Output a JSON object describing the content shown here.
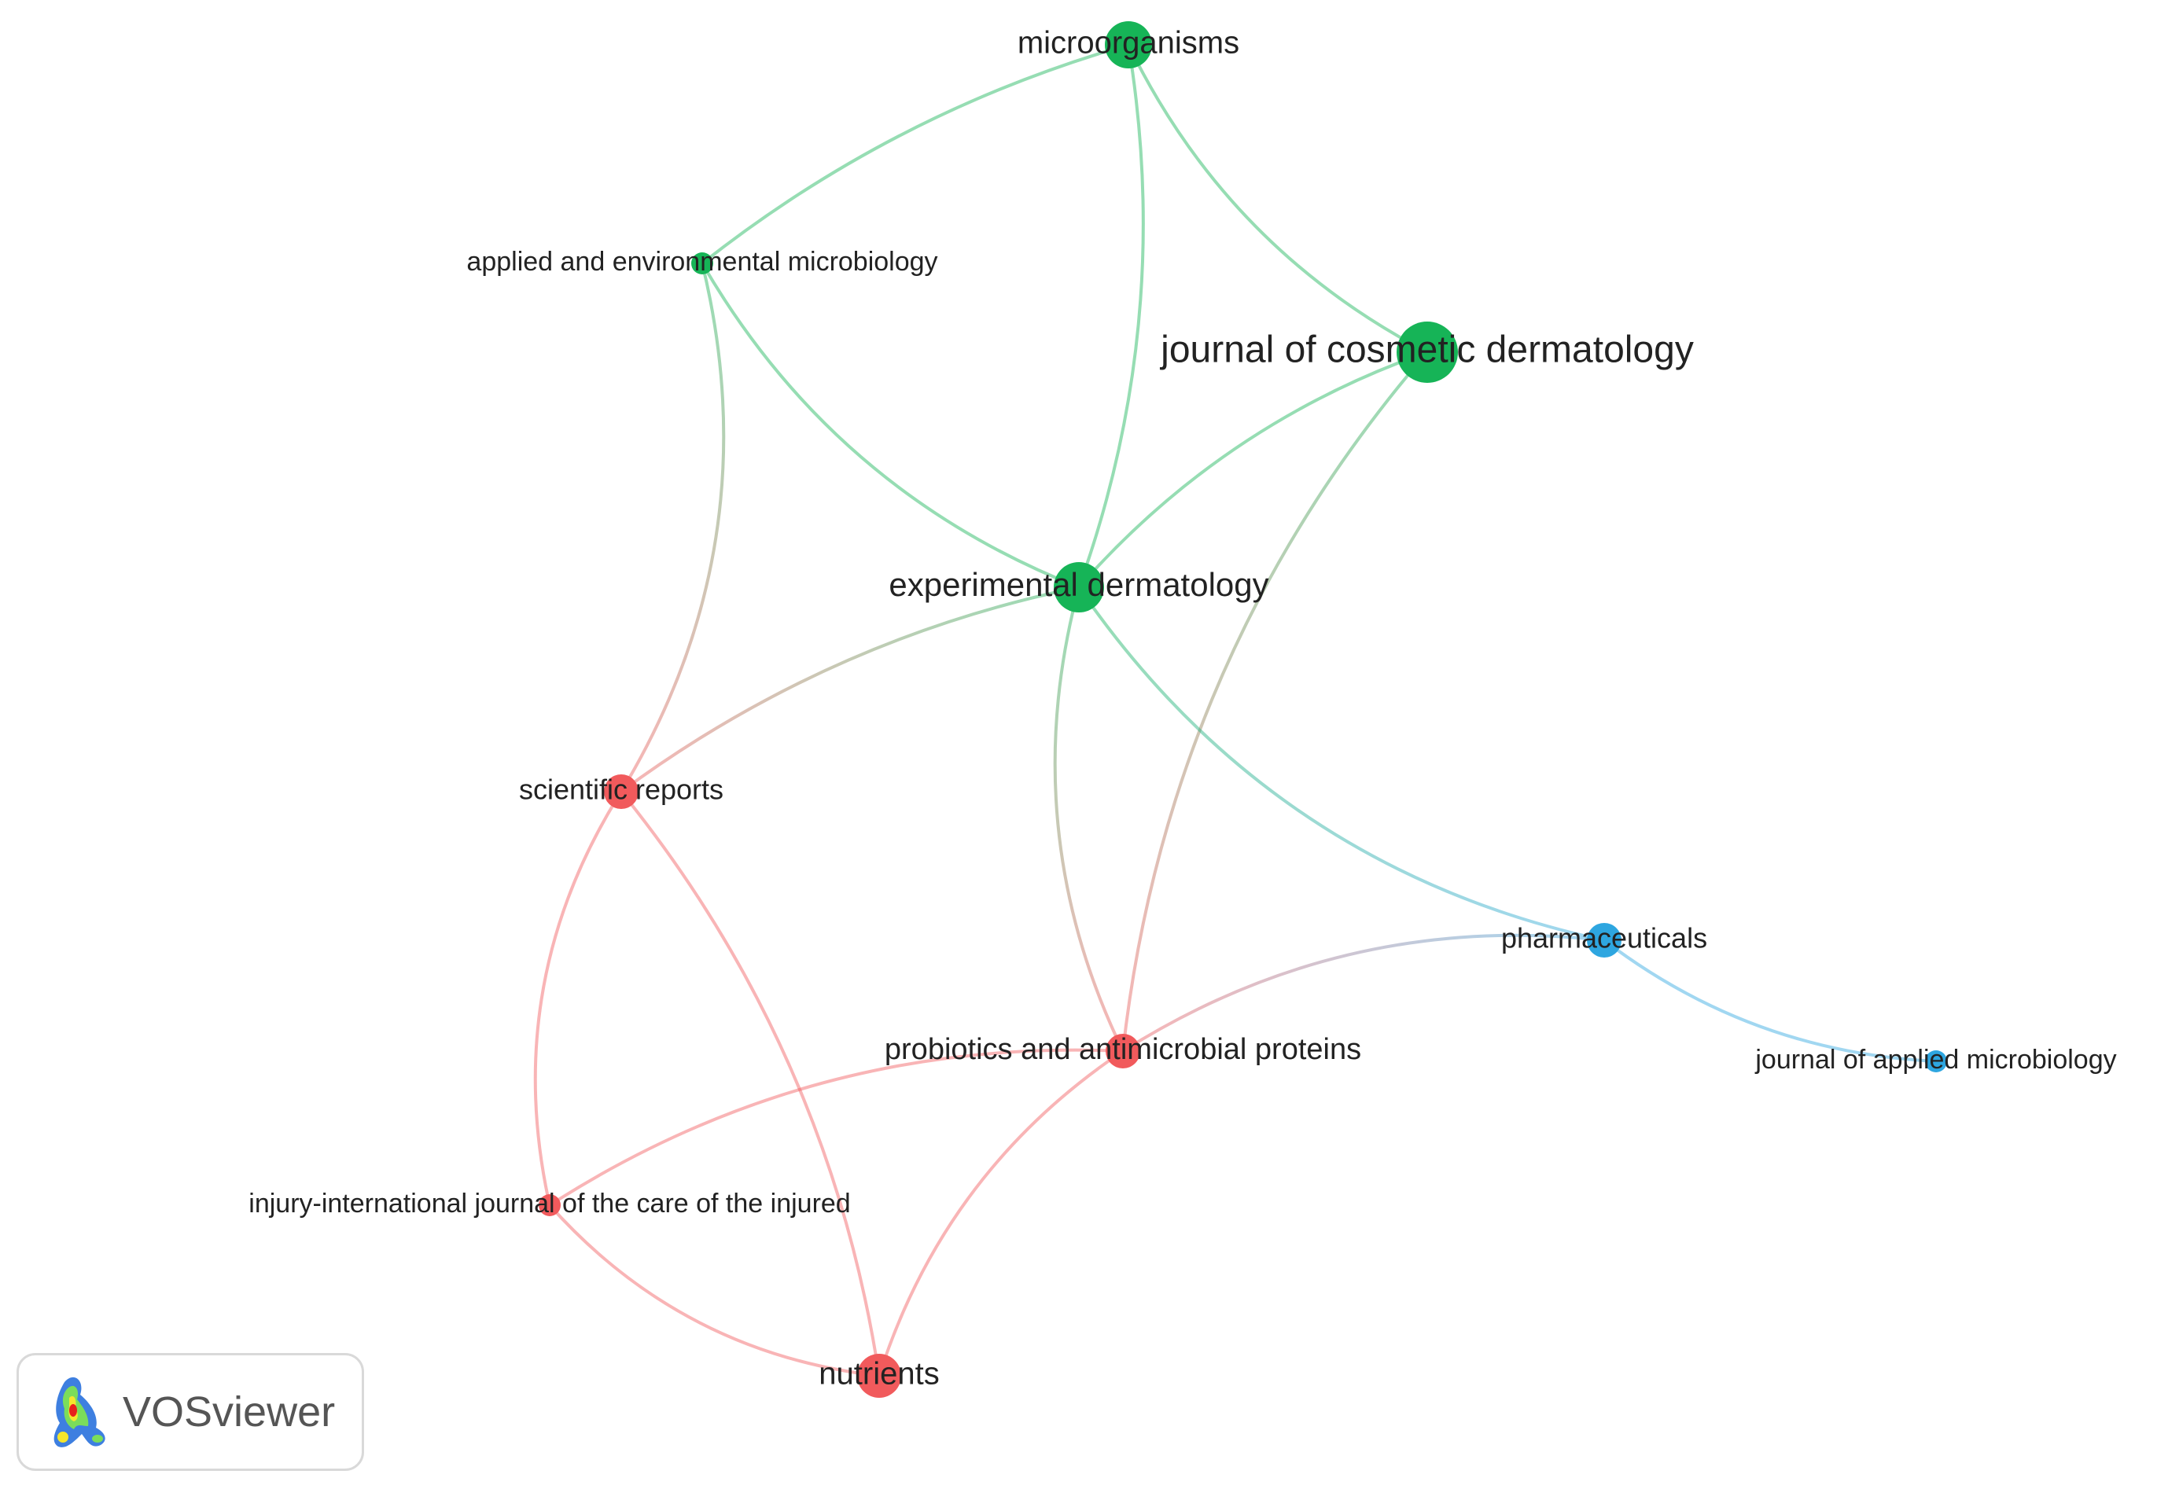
{
  "nodes": [
    {
      "id": "microorganisms",
      "label": "microorganisms",
      "cluster": 2,
      "size": 60
    },
    {
      "id": "aem",
      "label": "applied and environmental microbiology",
      "cluster": 2,
      "size": 28
    },
    {
      "id": "jcd",
      "label": "journal of cosmetic dermatology",
      "cluster": 2,
      "size": 78
    },
    {
      "id": "ed",
      "label": "experimental dermatology",
      "cluster": 2,
      "size": 64
    },
    {
      "id": "sr",
      "label": "scientific reports",
      "cluster": 1,
      "size": 44
    },
    {
      "id": "pharm",
      "label": "pharmaceuticals",
      "cluster": 3,
      "size": 44
    },
    {
      "id": "pap",
      "label": "probiotics and antimicrobial proteins",
      "cluster": 1,
      "size": 44
    },
    {
      "id": "jam",
      "label": "journal of applied microbiology",
      "cluster": 3,
      "size": 28
    },
    {
      "id": "injury",
      "label": "injury-international journal of the care of the injured",
      "cluster": 1,
      "size": 28
    },
    {
      "id": "nutrients",
      "label": "nutrients",
      "cluster": 1,
      "size": 56
    }
  ],
  "links": [
    {
      "source": "microorganisms",
      "target": "aem"
    },
    {
      "source": "microorganisms",
      "target": "jcd"
    },
    {
      "source": "microorganisms",
      "target": "ed"
    },
    {
      "source": "aem",
      "target": "ed"
    },
    {
      "source": "aem",
      "target": "sr"
    },
    {
      "source": "jcd",
      "target": "ed"
    },
    {
      "source": "jcd",
      "target": "pap"
    },
    {
      "source": "ed",
      "target": "sr"
    },
    {
      "source": "ed",
      "target": "pap"
    },
    {
      "source": "ed",
      "target": "pharm"
    },
    {
      "source": "sr",
      "target": "injury"
    },
    {
      "source": "sr",
      "target": "nutrients"
    },
    {
      "source": "pap",
      "target": "injury"
    },
    {
      "source": "pap",
      "target": "nutrients"
    },
    {
      "source": "pap",
      "target": "pharm"
    },
    {
      "source": "pharm",
      "target": "jam"
    },
    {
      "source": "injury",
      "target": "nutrients"
    }
  ],
  "cluster_colors": {
    "1": "#f15a5c",
    "2": "#16b457",
    "3": "#2ea6e0"
  },
  "logo": {
    "text": "VOSviewer",
    "icon": "vosviewer-logo-icon"
  }
}
